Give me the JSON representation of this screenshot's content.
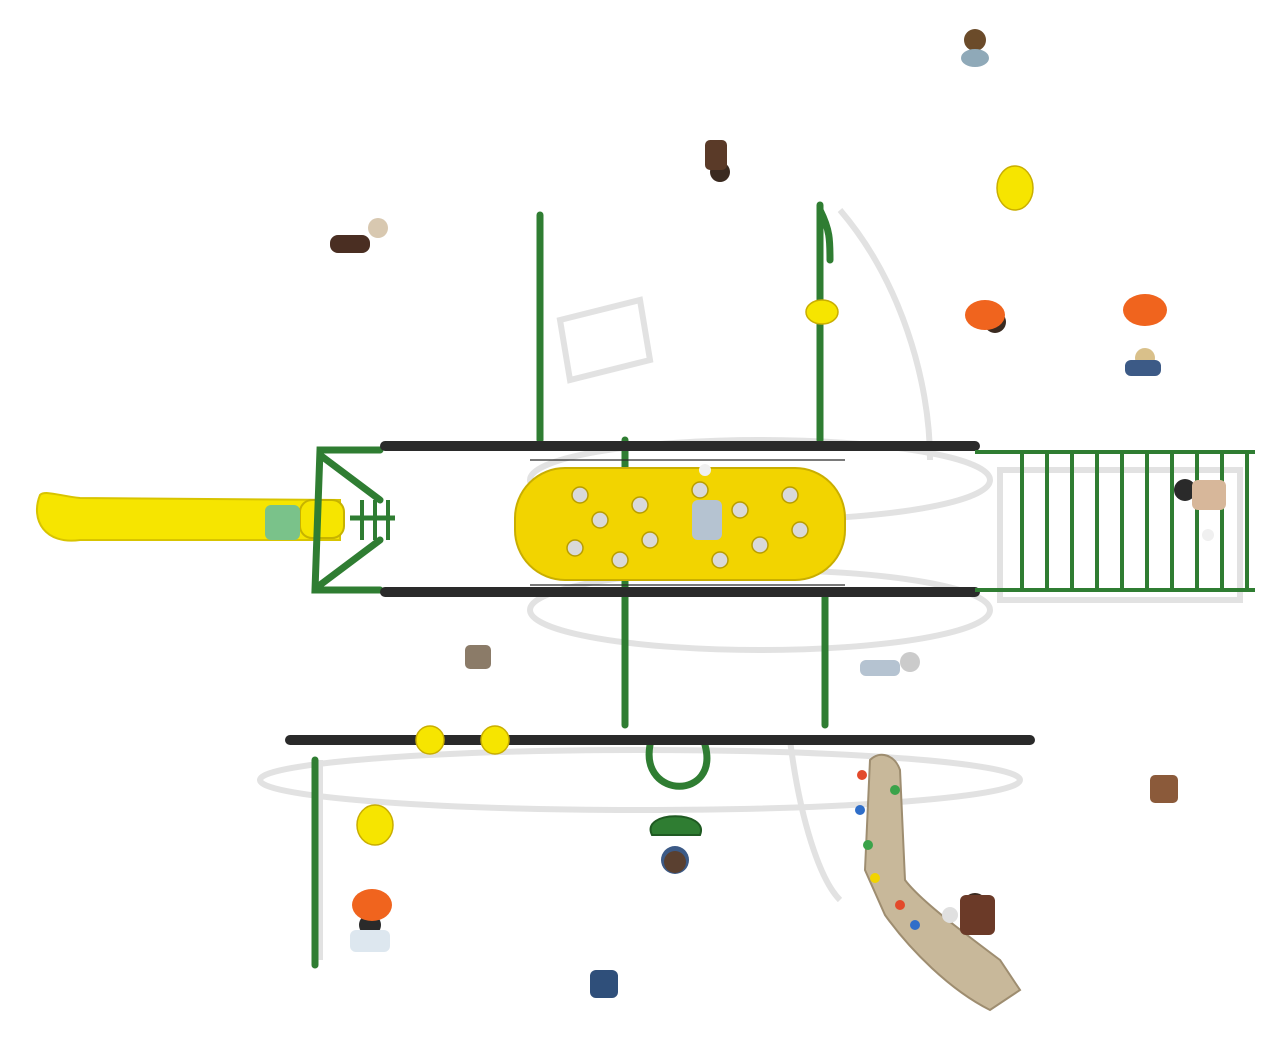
{
  "scene": {
    "background": "#ffffff",
    "colors": {
      "frame_green": "#2f7d32",
      "frame_green_dark": "#1f5a22",
      "beam_black": "#2a2a2a",
      "slide_yellow": "#f6e500",
      "panel_yellow": "#f2d400",
      "rock_tan": "#c8b89a",
      "shadow": "#e4e4e4",
      "person_orange": "#f0641e"
    },
    "components": [
      {
        "name": "tube-slide",
        "color": "slide_yellow"
      },
      {
        "name": "climbing-net-panel",
        "color": "panel_yellow"
      },
      {
        "name": "overhead-ladder",
        "color": "frame_green"
      },
      {
        "name": "rock-climbing-wall",
        "color": "rock_tan"
      },
      {
        "name": "spinner-seat",
        "color": "frame_green"
      },
      {
        "name": "stepping-pods",
        "color": "slide_yellow"
      }
    ],
    "people_count": 18
  }
}
